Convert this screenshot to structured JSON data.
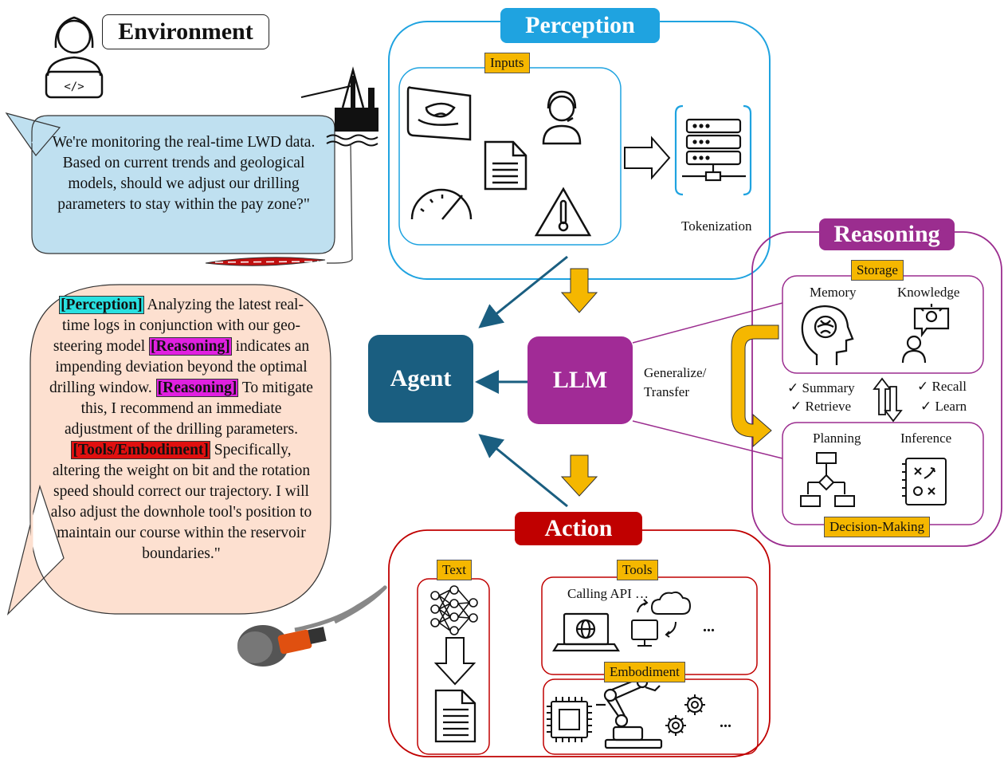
{
  "environment": {
    "title": "Environment",
    "user_query": "We're monitoring the real-time LWD data. Based on current trends and geological models, should we adjust our drilling parameters to stay within the pay zone?\""
  },
  "agent_response": {
    "tag_perception": "[Perception]",
    "text_1": " Analyzing the latest real-time logs in conjunction with our geo-steering model ",
    "tag_reasoning_1": "[Reasoning]",
    "text_2": " indicates an impending deviation beyond the optimal drilling window. ",
    "tag_reasoning_2": "[Reasoning]",
    "text_3": " To mitigate this, I recommend an immediate adjustment of the drilling parameters. ",
    "tag_tools": "[Tools/Embodiment]",
    "text_4": " Specifically, altering the weight on bit and the rotation speed should correct our trajectory. I will also adjust the downhole tool's position to maintain our course within the reservoir boundaries.\""
  },
  "perception": {
    "title": "Perception",
    "inputs_label": "Inputs",
    "tokenization_label": "Tokenization"
  },
  "core": {
    "agent_label": "Agent",
    "llm_label": "LLM",
    "generalize_label": "Generalize/\nTransfer"
  },
  "reasoning": {
    "title": "Reasoning",
    "storage_label": "Storage",
    "memory_label": "Memory",
    "knowledge_label": "Knowledge",
    "summary_label": "✓ Summary",
    "retrieve_label": "✓ Retrieve",
    "recall_label": "✓ Recall",
    "learn_label": "✓ Learn",
    "planning_label": "Planning",
    "inference_label": "Inference",
    "decision_label": "Decision-Making"
  },
  "action": {
    "title": "Action",
    "text_label": "Text",
    "tools_label": "Tools",
    "calling_api_label": "Calling API …",
    "tools_more": "...",
    "embodiment_label": "Embodiment",
    "embodiment_more": "..."
  },
  "colors": {
    "perception": "#1fa3e0",
    "reasoning": "#9b2d8f",
    "action": "#c00000",
    "agent": "#1a5e80",
    "llm": "#a12b96",
    "tag": "#f5b700",
    "user_bubble": "#bfe0f0",
    "agent_bubble": "#fde0d0"
  }
}
